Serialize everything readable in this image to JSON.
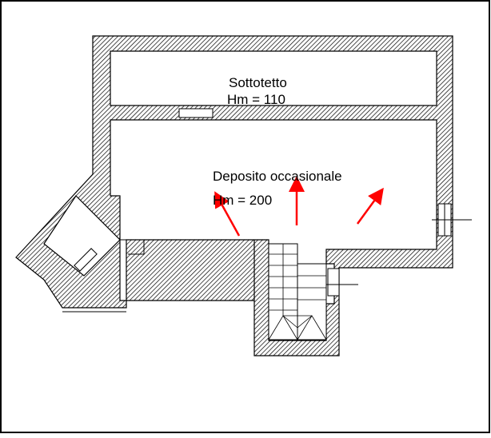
{
  "rooms": {
    "attic": {
      "name": "Sottotetto",
      "height": "Hm = 110"
    },
    "storage": {
      "name": "Deposito occasionale",
      "height": "Hm = 200"
    }
  },
  "colors": {
    "wall": "#000000",
    "arrow": "#ff0000",
    "frame": "#000000"
  }
}
